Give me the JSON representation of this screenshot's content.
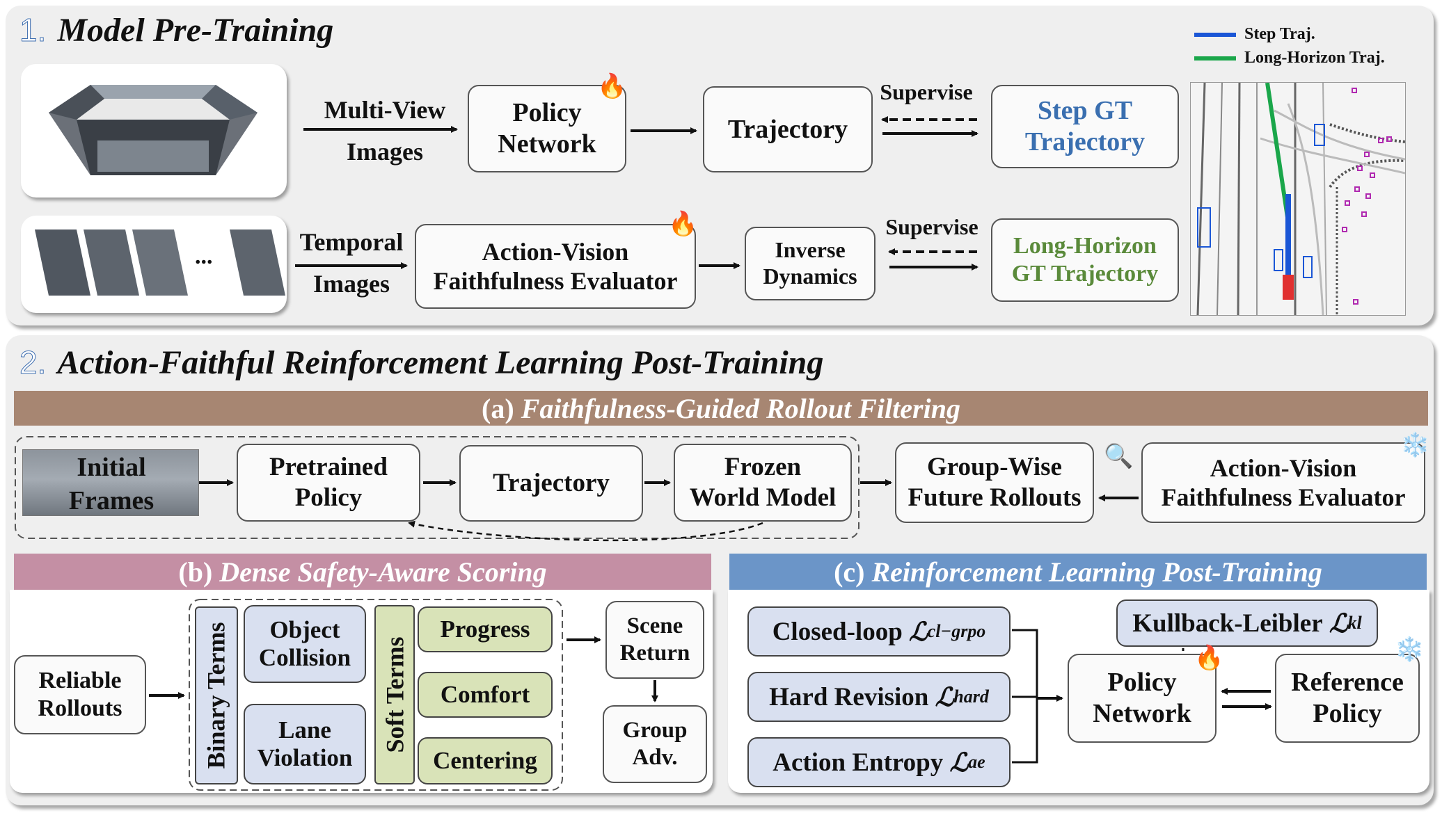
{
  "section1": {
    "number": "1.",
    "title": "Model Pre-Training",
    "multiview_label_1": "Multi-View",
    "multiview_label_2": "Images",
    "policy_network_1": "Policy",
    "policy_network_2": "Network",
    "trajectory": "Trajectory",
    "supervise_top": "Supervise",
    "step_gt_1": "Step GT",
    "step_gt_2": "Trajectory",
    "temporal_label_1": "Temporal",
    "temporal_label_2": "Images",
    "evaluator_1": "Action-Vision",
    "evaluator_2": "Faithfulness Evaluator",
    "inverse_1": "Inverse",
    "inverse_2": "Dynamics",
    "supervise_bottom": "Supervise",
    "long_gt_1": "Long-Horizon",
    "long_gt_2": "GT Trajectory",
    "ellipsis": "...",
    "legend": {
      "step": "Step Traj.",
      "long": "Long-Horizon Traj.",
      "step_color": "#1a56d6",
      "long_color": "#1aa64a"
    }
  },
  "section2": {
    "number": "2.",
    "title": "Action-Faithful Reinforcement Learning Post-Training",
    "a": {
      "prefix": "(a)",
      "title": "Faithfulness-Guided Rollout Filtering",
      "color": "#a78672",
      "initial_1": "Initial",
      "initial_2": "Frames",
      "pretrained_1": "Pretrained",
      "pretrained_2": "Policy",
      "trajectory": "Trajectory",
      "frozen_1": "Frozen",
      "frozen_2": "World Model",
      "groupwise_1": "Group-Wise",
      "groupwise_2": "Future Rollouts",
      "evaluator_1": "Action-Vision",
      "evaluator_2": "Faithfulness Evaluator"
    },
    "b": {
      "prefix": "(b)",
      "title": "Dense Safety-Aware Scoring",
      "color": "#c48fa4",
      "reliable_1": "Reliable",
      "reliable_2": "Rollouts",
      "binary_terms": "Binary Terms",
      "object_1": "Object",
      "object_2": "Collision",
      "lane_1": "Lane",
      "lane_2": "Violation",
      "soft_terms": "Soft Terms",
      "progress": "Progress",
      "comfort": "Comfort",
      "centering": "Centering",
      "scene_1": "Scene",
      "scene_2": "Return",
      "group_1": "Group",
      "group_2": "Adv."
    },
    "c": {
      "prefix": "(c)",
      "title": "Reinforcement Learning Post-Training",
      "color": "#6b95c8",
      "closed_loop": "Closed-loop",
      "closed_loop_sym": "ℒ",
      "closed_loop_sub": "cl−grpo",
      "hard_revision": "Hard Revision",
      "hard_sym": "ℒ",
      "hard_sub": "hard",
      "action_entropy": "Action Entropy",
      "ae_sym": "ℒ",
      "ae_sub": "ae",
      "kl": "Kullback-Leibler",
      "kl_sym": "ℒ",
      "kl_sub": "kl",
      "policy_1": "Policy",
      "policy_2": "Network",
      "reference_1": "Reference",
      "reference_2": "Policy"
    }
  },
  "icons": {
    "trainable": "fire-icon",
    "frozen": "snowflake-icon",
    "filter": "magnifier-icon"
  }
}
